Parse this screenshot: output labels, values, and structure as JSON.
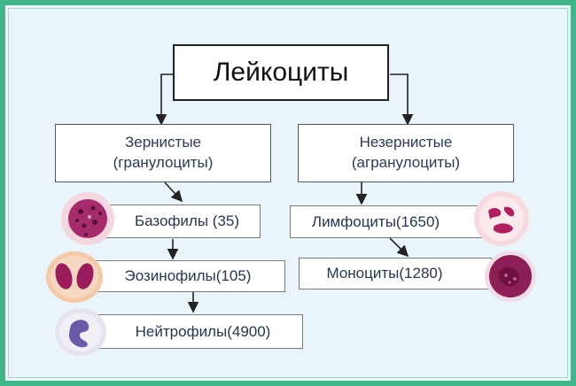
{
  "title": "Лейкоциты",
  "groups": {
    "granular": {
      "line1": "Зернистые",
      "line2": "(гранулоциты)"
    },
    "agranular": {
      "line1": "Незернистые",
      "line2": "(агранулоциты)"
    }
  },
  "cells": {
    "basophils": "Базофилы (35)",
    "eosinophils": "Эозинофилы(105)",
    "neutrophils": "Нейтрофилы(4900)",
    "lymphocytes": "Лимфоциты(1650)",
    "monocytes": "Моноциты(1280)"
  },
  "colors": {
    "frame": "#3fb58a",
    "background": "#e9f5fb",
    "stain": "#9b1c5a"
  },
  "icons": [
    "basophil-cell-image",
    "eosinophil-cell-image",
    "neutrophil-cell-image",
    "lymphocyte-cell-image",
    "monocyte-cell-image"
  ]
}
